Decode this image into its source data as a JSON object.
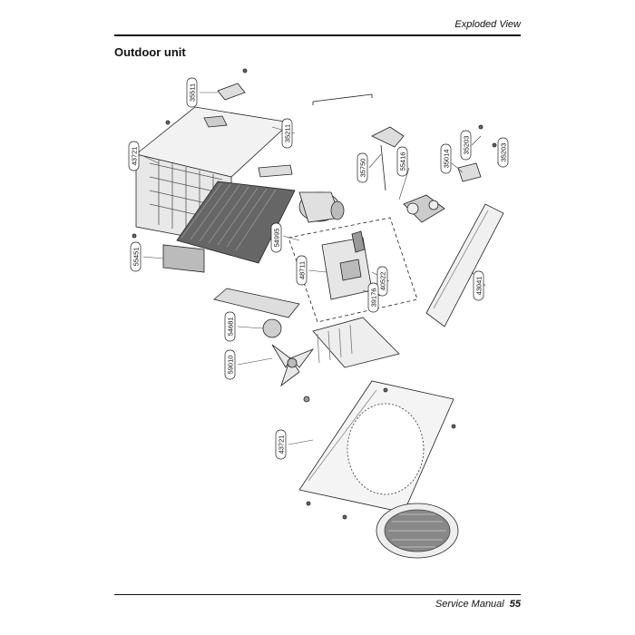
{
  "header": {
    "title": "Exploded View"
  },
  "section": {
    "title": "Outdoor unit"
  },
  "footer": {
    "label": "Service Manual",
    "page": "55"
  },
  "diagram": {
    "callouts": [
      {
        "id": "c1",
        "text": "35511"
      },
      {
        "id": "c2",
        "text": "43721"
      },
      {
        "id": "c3",
        "text": "35211"
      },
      {
        "id": "c4",
        "text": "55451"
      },
      {
        "id": "c5",
        "text": "35750"
      },
      {
        "id": "c6",
        "text": "55416"
      },
      {
        "id": "c7",
        "text": "35014"
      },
      {
        "id": "c8",
        "text": "35203"
      },
      {
        "id": "c9",
        "text": "35203"
      },
      {
        "id": "c10",
        "text": "54995"
      },
      {
        "id": "c11",
        "text": "48711"
      },
      {
        "id": "c12",
        "text": "40522"
      },
      {
        "id": "c13",
        "text": "39176"
      },
      {
        "id": "c14",
        "text": "43041"
      },
      {
        "id": "c15",
        "text": "54681"
      },
      {
        "id": "c16",
        "text": "59010"
      },
      {
        "id": "c17",
        "text": "43721"
      }
    ]
  }
}
